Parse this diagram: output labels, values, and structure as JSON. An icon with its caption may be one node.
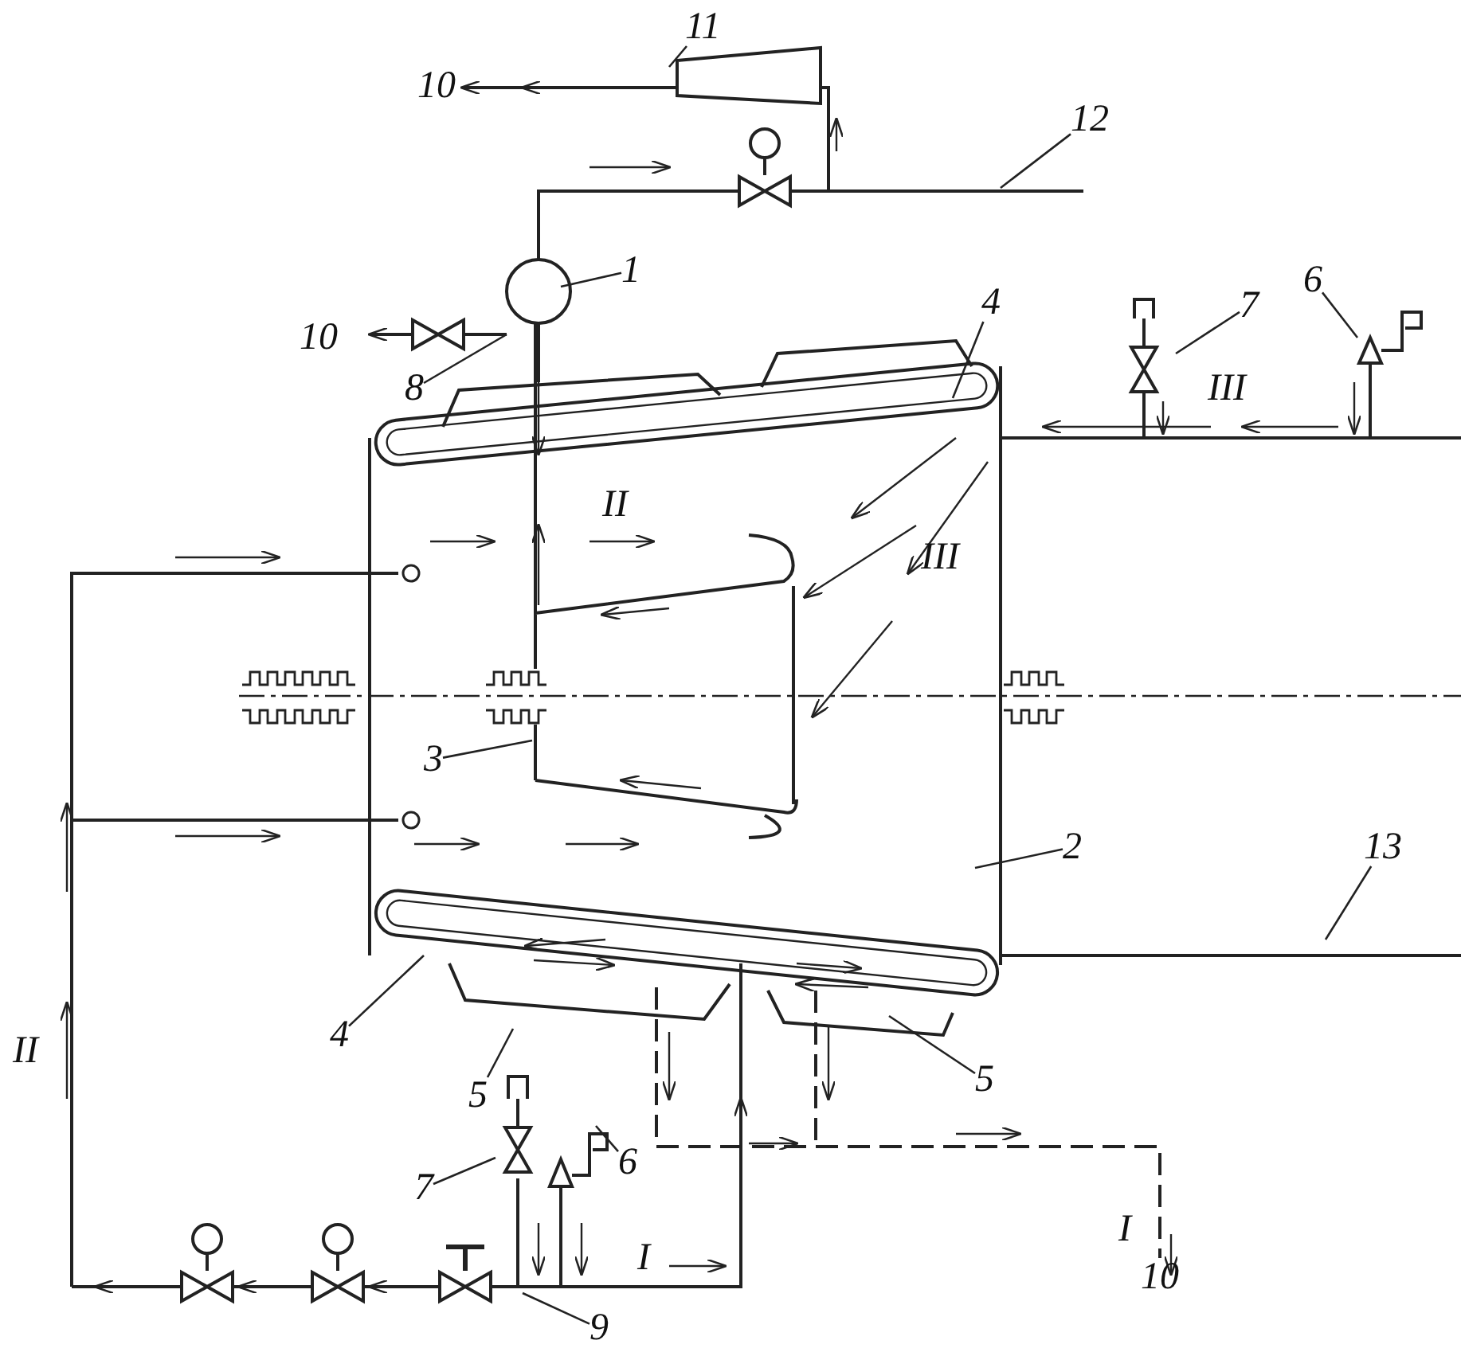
{
  "diagram": {
    "nodes": [
      {
        "text": [
          "11"
        ]
      },
      {
        "text": [
          "12"
        ]
      },
      {
        "text": [
          "1"
        ]
      },
      {
        "text": [
          "6"
        ]
      },
      {
        "text": [
          "7"
        ]
      },
      {
        "text": [
          "4"
        ]
      },
      {
        "text": [
          "8"
        ]
      },
      {
        "text": [
          "3"
        ]
      },
      {
        "text": [
          "2"
        ]
      },
      {
        "text": [
          "13"
        ]
      },
      {
        "text": [
          "4"
        ]
      },
      {
        "text": [
          "5"
        ]
      },
      {
        "text": [
          "5"
        ]
      },
      {
        "text": [
          "6"
        ]
      },
      {
        "text": [
          "7"
        ]
      },
      {
        "text": [
          "9"
        ]
      }
    ],
    "edges": [
      {
        "from": 0,
        "to": null,
        "arrow": "none"
      },
      {
        "from": 1,
        "to": null,
        "arrow": "none"
      },
      {
        "from": 2,
        "to": null,
        "arrow": "none"
      },
      {
        "from": 3,
        "to": null,
        "arrow": "none"
      },
      {
        "from": 4,
        "to": null,
        "arrow": "none"
      },
      {
        "from": 5,
        "to": null,
        "arrow": "none"
      },
      {
        "from": 6,
        "to": null,
        "arrow": "none"
      },
      {
        "from": 7,
        "to": null,
        "arrow": "none"
      },
      {
        "from": 8,
        "to": null,
        "arrow": "none"
      },
      {
        "from": 9,
        "to": null,
        "arrow": "none"
      },
      {
        "from": 10,
        "to": null,
        "arrow": "none"
      },
      {
        "from": 11,
        "to": null,
        "arrow": "none"
      },
      {
        "from": 12,
        "to": null,
        "arrow": "none"
      },
      {
        "from": 13,
        "to": null,
        "arrow": "none"
      },
      {
        "from": 14,
        "to": null,
        "arrow": "none"
      },
      {
        "from": 15,
        "to": null,
        "arrow": "none"
      }
    ],
    "labels": [
      "10",
      "10",
      "III",
      "II",
      "III",
      "II",
      "I",
      "I",
      "10"
    ]
  }
}
